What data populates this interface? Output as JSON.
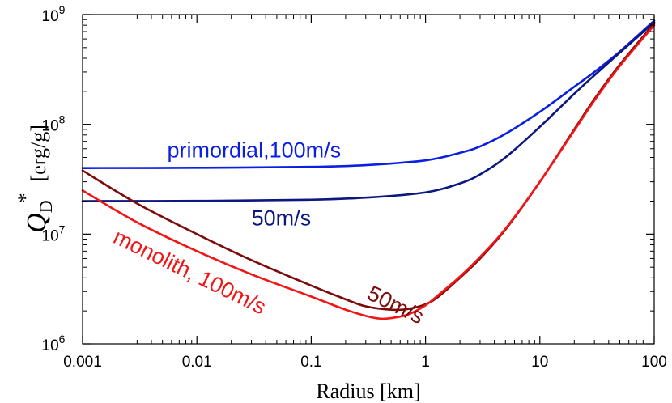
{
  "chart_data": {
    "type": "line",
    "title": "",
    "xlabel": "Radius [km]",
    "ylabel": {
      "symbol": "Q",
      "subscript": "D",
      "superscript": "*",
      "unit": "[erg/g]"
    },
    "xscale": "log",
    "yscale": "log",
    "xlim": [
      0.001,
      100
    ],
    "ylim": [
      1000000,
      1000000000
    ],
    "grid": false,
    "x_ticks": [
      {
        "value": 0.001,
        "label": "0.001"
      },
      {
        "value": 0.01,
        "label": "0.01"
      },
      {
        "value": 0.1,
        "label": "0.1"
      },
      {
        "value": 1,
        "label": "1"
      },
      {
        "value": 10,
        "label": "10"
      },
      {
        "value": 100,
        "label": "100"
      }
    ],
    "y_ticks": [
      {
        "value": 1000000,
        "base": "10",
        "exp": "6"
      },
      {
        "value": 10000000,
        "base": "10",
        "exp": "7"
      },
      {
        "value": 100000000,
        "base": "10",
        "exp": "8"
      },
      {
        "value": 1000000000,
        "base": "10",
        "exp": "9"
      }
    ],
    "series": [
      {
        "name": "primordial,100m/s",
        "color": "#0b1fe3",
        "label": {
          "text": "primordial,100m/s",
          "x": 0.0055,
          "y": 50000000,
          "rotate": 0
        },
        "x": [
          0.001,
          0.01,
          0.1,
          0.3,
          1,
          2,
          3,
          5,
          10,
          20,
          30,
          50,
          100
        ],
        "y": [
          40000000,
          40200000,
          41000000,
          42500000,
          47000000,
          55000000,
          63000000,
          82000000,
          130000000,
          220000000,
          300000000,
          460000000,
          880000000
        ]
      },
      {
        "name": "50m/s",
        "color": "#0c1780",
        "label": {
          "text": "50m/s",
          "x": 0.03,
          "y": 12000000,
          "rotate": 0
        },
        "x": [
          0.001,
          0.01,
          0.1,
          0.3,
          1,
          2,
          3,
          5,
          10,
          20,
          30,
          50,
          100
        ],
        "y": [
          20000000,
          20100000,
          20600000,
          21500000,
          24000000,
          29000000,
          35000000,
          50000000,
          95000000,
          190000000,
          280000000,
          450000000,
          850000000
        ]
      },
      {
        "name": "50m/s",
        "color": "#7c0b0b",
        "label": {
          "text": "50m/s",
          "x": 0.3,
          "y": 2600000,
          "rotate": 26
        },
        "x": [
          0.001,
          0.003,
          0.01,
          0.03,
          0.1,
          0.2,
          0.3,
          0.5,
          0.7,
          1,
          1.3,
          2,
          3,
          5,
          10,
          20,
          30,
          50,
          100
        ],
        "y": [
          38000000,
          19000000,
          10000000,
          5800000,
          3400000,
          2550000,
          2200000,
          2050000,
          2080000,
          2300000,
          2700000,
          4000000,
          6000000,
          11000000,
          30000000,
          90000000,
          170000000,
          350000000,
          830000000
        ]
      },
      {
        "name": "monolith, 100m/s",
        "color": "#f21515",
        "label": {
          "text": "monolith, 100m/s",
          "x": 0.0018,
          "y": 8500000,
          "rotate": 26
        },
        "x": [
          0.001,
          0.003,
          0.01,
          0.03,
          0.1,
          0.2,
          0.3,
          0.4,
          0.5,
          0.7,
          1,
          1.3,
          2,
          3,
          5,
          10,
          20,
          30,
          50,
          100
        ],
        "y": [
          25000000,
          12800000,
          7000000,
          4300000,
          2700000,
          2050000,
          1800000,
          1700000,
          1720000,
          1850000,
          2250000,
          2800000,
          4100000,
          6200000,
          11200000,
          30000000,
          88000000,
          165000000,
          340000000,
          800000000
        ]
      }
    ]
  }
}
